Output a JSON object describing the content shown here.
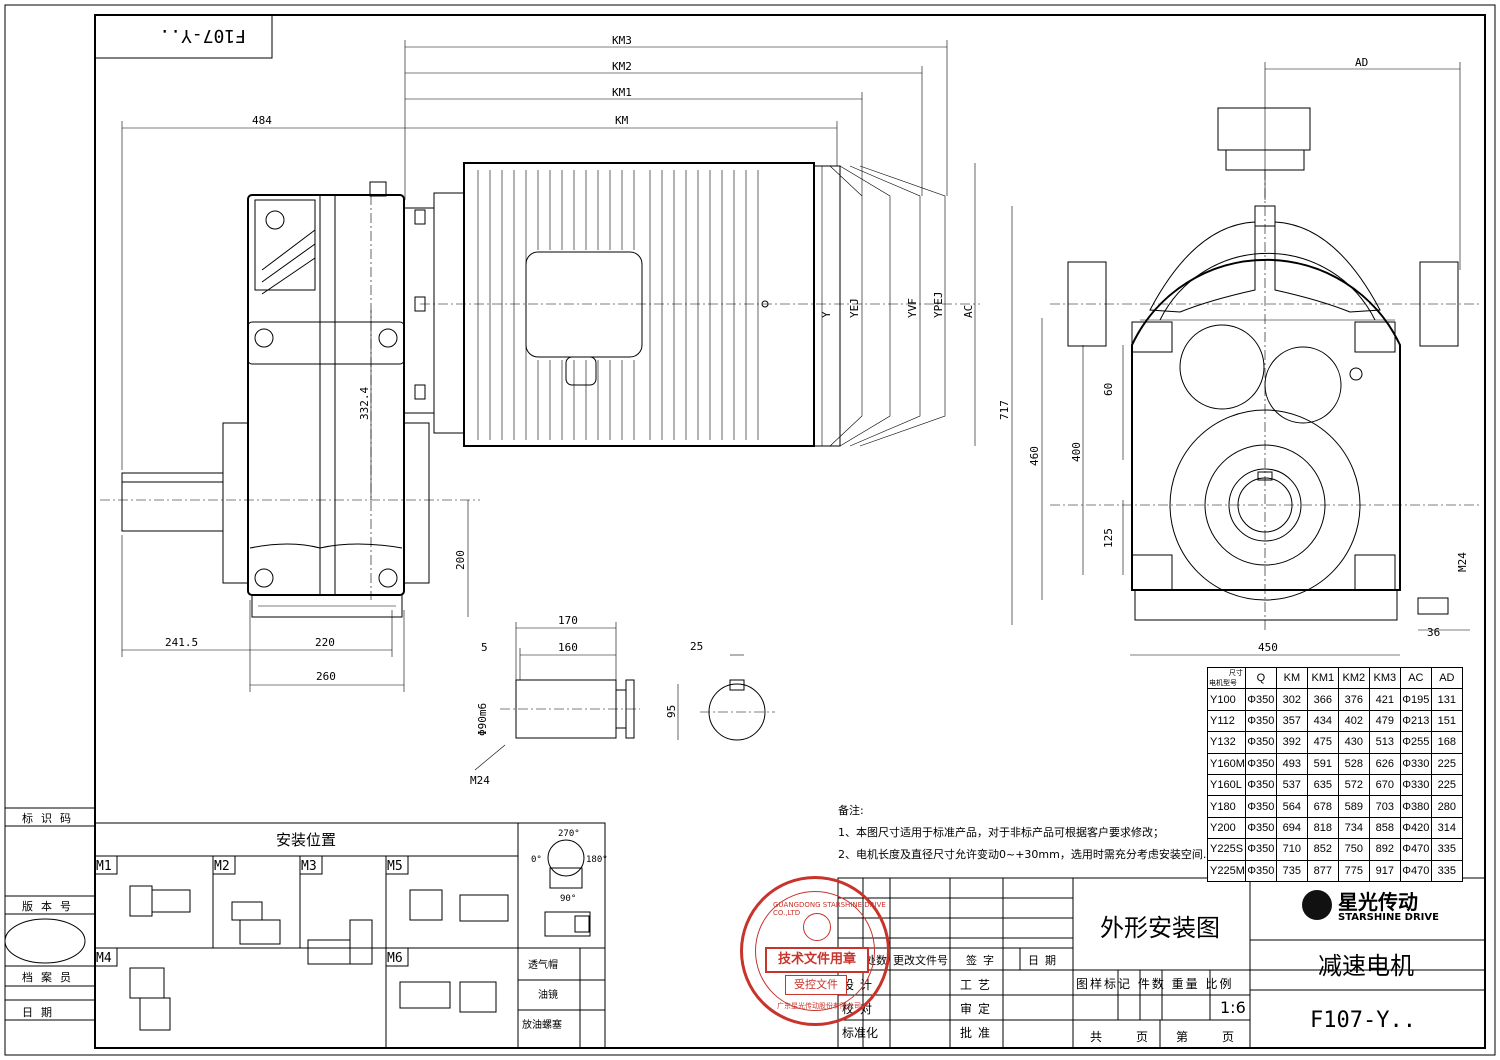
{
  "drawing": {
    "code_top": "F107-Y..",
    "code_bottom": "F107-Y..",
    "title": "外形安装图",
    "product": "减速电机",
    "scale": "1:6"
  },
  "brand": {
    "cn": "星光传动",
    "en": "STARSHINE DRIVE"
  },
  "dimensions": {
    "km3": "KM3",
    "km2": "KM2",
    "km1": "KM1",
    "km": "KM",
    "ad": "AD",
    "d484": "484",
    "d2415": "241.5",
    "d220": "220",
    "d260": "260",
    "d3324": "332.4",
    "d200": "200",
    "d717": "717",
    "d460": "460",
    "d400": "400",
    "d60": "60",
    "d125": "125",
    "d450": "450",
    "d36": "36",
    "m24a": "M24",
    "m24b": "M24",
    "d170": "170",
    "d160": "160",
    "d5": "5",
    "d25": "25",
    "d95": "95",
    "shaft": "Φ90m6",
    "ac": "AC",
    "y": "Y",
    "yej": "YEJ",
    "yvf": "YVF",
    "ypej": "YPEJ"
  },
  "spec_table": {
    "corner_top": "尺寸",
    "corner_bottom": "电机型号",
    "headers": [
      "Q",
      "KM",
      "KM1",
      "KM2",
      "KM3",
      "AC",
      "AD"
    ],
    "rows": [
      {
        "model": "Y100",
        "cells": [
          "Φ350",
          "302",
          "366",
          "376",
          "421",
          "Φ195",
          "131"
        ]
      },
      {
        "model": "Y112",
        "cells": [
          "Φ350",
          "357",
          "434",
          "402",
          "479",
          "Φ213",
          "151"
        ]
      },
      {
        "model": "Y132",
        "cells": [
          "Φ350",
          "392",
          "475",
          "430",
          "513",
          "Φ255",
          "168"
        ]
      },
      {
        "model": "Y160M",
        "cells": [
          "Φ350",
          "493",
          "591",
          "528",
          "626",
          "Φ330",
          "225"
        ]
      },
      {
        "model": "Y160L",
        "cells": [
          "Φ350",
          "537",
          "635",
          "572",
          "670",
          "Φ330",
          "225"
        ]
      },
      {
        "model": "Y180",
        "cells": [
          "Φ350",
          "564",
          "678",
          "589",
          "703",
          "Φ380",
          "280"
        ]
      },
      {
        "model": "Y200",
        "cells": [
          "Φ350",
          "694",
          "818",
          "734",
          "858",
          "Φ420",
          "314"
        ]
      },
      {
        "model": "Y225S",
        "cells": [
          "Φ350",
          "710",
          "852",
          "750",
          "892",
          "Φ470",
          "335"
        ]
      },
      {
        "model": "Y225M",
        "cells": [
          "Φ350",
          "735",
          "877",
          "775",
          "917",
          "Φ470",
          "335"
        ]
      }
    ]
  },
  "notes": {
    "title": "备注:",
    "line1": "1、本图尺寸适用于标准产品，对于非标产品可根据客户要求修改；",
    "line2": "2、电机长度及直径尺寸允许变动0~+30mm，选用时需充分考虑安装空间."
  },
  "mounting": {
    "title": "安装位置",
    "positions": [
      "M1",
      "M2",
      "M3",
      "M5",
      "M4",
      "M6"
    ],
    "angles": {
      "a270": "270°",
      "a0": "0°",
      "a180": "180°",
      "a90": "90°"
    },
    "legend": [
      "透气帽",
      "油镜",
      "放油螺塞"
    ]
  },
  "side_labels": {
    "code": "标识码",
    "version": "版本号",
    "archivist": "档案员",
    "date": "日期"
  },
  "title_block": {
    "mark": "标记",
    "count": "处数",
    "change_doc": "更改文件号",
    "sign": "签字",
    "date": "日期",
    "design": "设计",
    "check": "校对",
    "standard": "标准化",
    "craft": "工艺",
    "review": "审定",
    "approve": "批准",
    "columns": "图样标记 件数 重量 比例",
    "sheets_total": "共",
    "sheet": "页",
    "sheet_no": "第",
    "sheet2": "页"
  },
  "stamp": {
    "main": "技术文件用章",
    "sub": "受控文件",
    "arc_top": "GUANGDONG STARSHINE DRIVE CO.,LTD",
    "arc_bottom": "广东星光传动股份有限公司"
  },
  "colors": {
    "stamp": "#c8332b",
    "line": "#000000"
  }
}
